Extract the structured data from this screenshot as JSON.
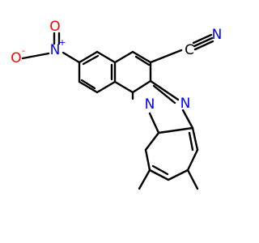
{
  "molecule": {
    "atoms": {
      "O_top": "O",
      "O_left": "O",
      "N_nitro": "N",
      "N_nitrile": "N",
      "C_nitrile": "C",
      "N_imine": "N",
      "N_bridge": "N"
    },
    "charges": {
      "O_left": "-",
      "N_nitro": "+"
    },
    "colors": {
      "oxygen": "#ff0000",
      "nitrogen": "#0000ff",
      "carbon": "#000000",
      "bond": "#000000"
    }
  }
}
